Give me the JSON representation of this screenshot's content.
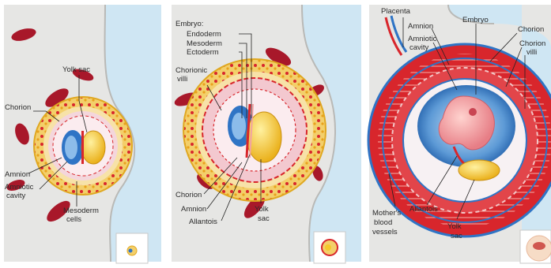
{
  "panels": [
    {
      "labels": {
        "yolk_sac": "Yolk sac",
        "chorion": "Chorion",
        "amnion": "Amnion",
        "amniotic_cavity_1": "Amniotic",
        "amniotic_cavity_2": "cavity",
        "mesoderm_cells_1": "Mesoderm",
        "mesoderm_cells_2": "cells"
      }
    },
    {
      "labels": {
        "embryo": "Embryo:",
        "endoderm": "Endoderm",
        "mesoderm": "Mesoderm",
        "ectoderm": "Ectoderm",
        "chorionic_villi_1": "Chorionic",
        "chorionic_villi_2": "villi",
        "chorion": "Chorion",
        "amnion": "Amnion",
        "allantois": "Allantois",
        "yolk_sac_1": "Yolk",
        "yolk_sac_2": "sac"
      }
    },
    {
      "labels": {
        "placenta": "Placenta",
        "amnion": "Amnion",
        "amniotic_cavity_1": "Amniotic",
        "amniotic_cavity_2": "cavity",
        "embryo": "Embryo",
        "chorion": "Chorion",
        "chorionic_villi_1": "Chorion",
        "chorionic_villi_2": "villi",
        "mothers_blood_vessels_1": "Mother's",
        "mothers_blood_vessels_2": "blood",
        "mothers_blood_vessels_3": "vessels",
        "allantois": "Allantois",
        "yolk_sac_1": "Yolk",
        "yolk_sac_2": "sac"
      }
    }
  ],
  "colors": {
    "uterine_wall": "#e6e6e4",
    "uterine_cavity": "#cfe6f3",
    "chorion_yellow": "#f3cf6a",
    "red_tissue": "#d8262c",
    "blood_vessel": "#a8182a",
    "amnion_blue": "#2f74c5",
    "yolk_yellow": "#f6c82a",
    "embryo_pink": "#f2a3a3"
  }
}
